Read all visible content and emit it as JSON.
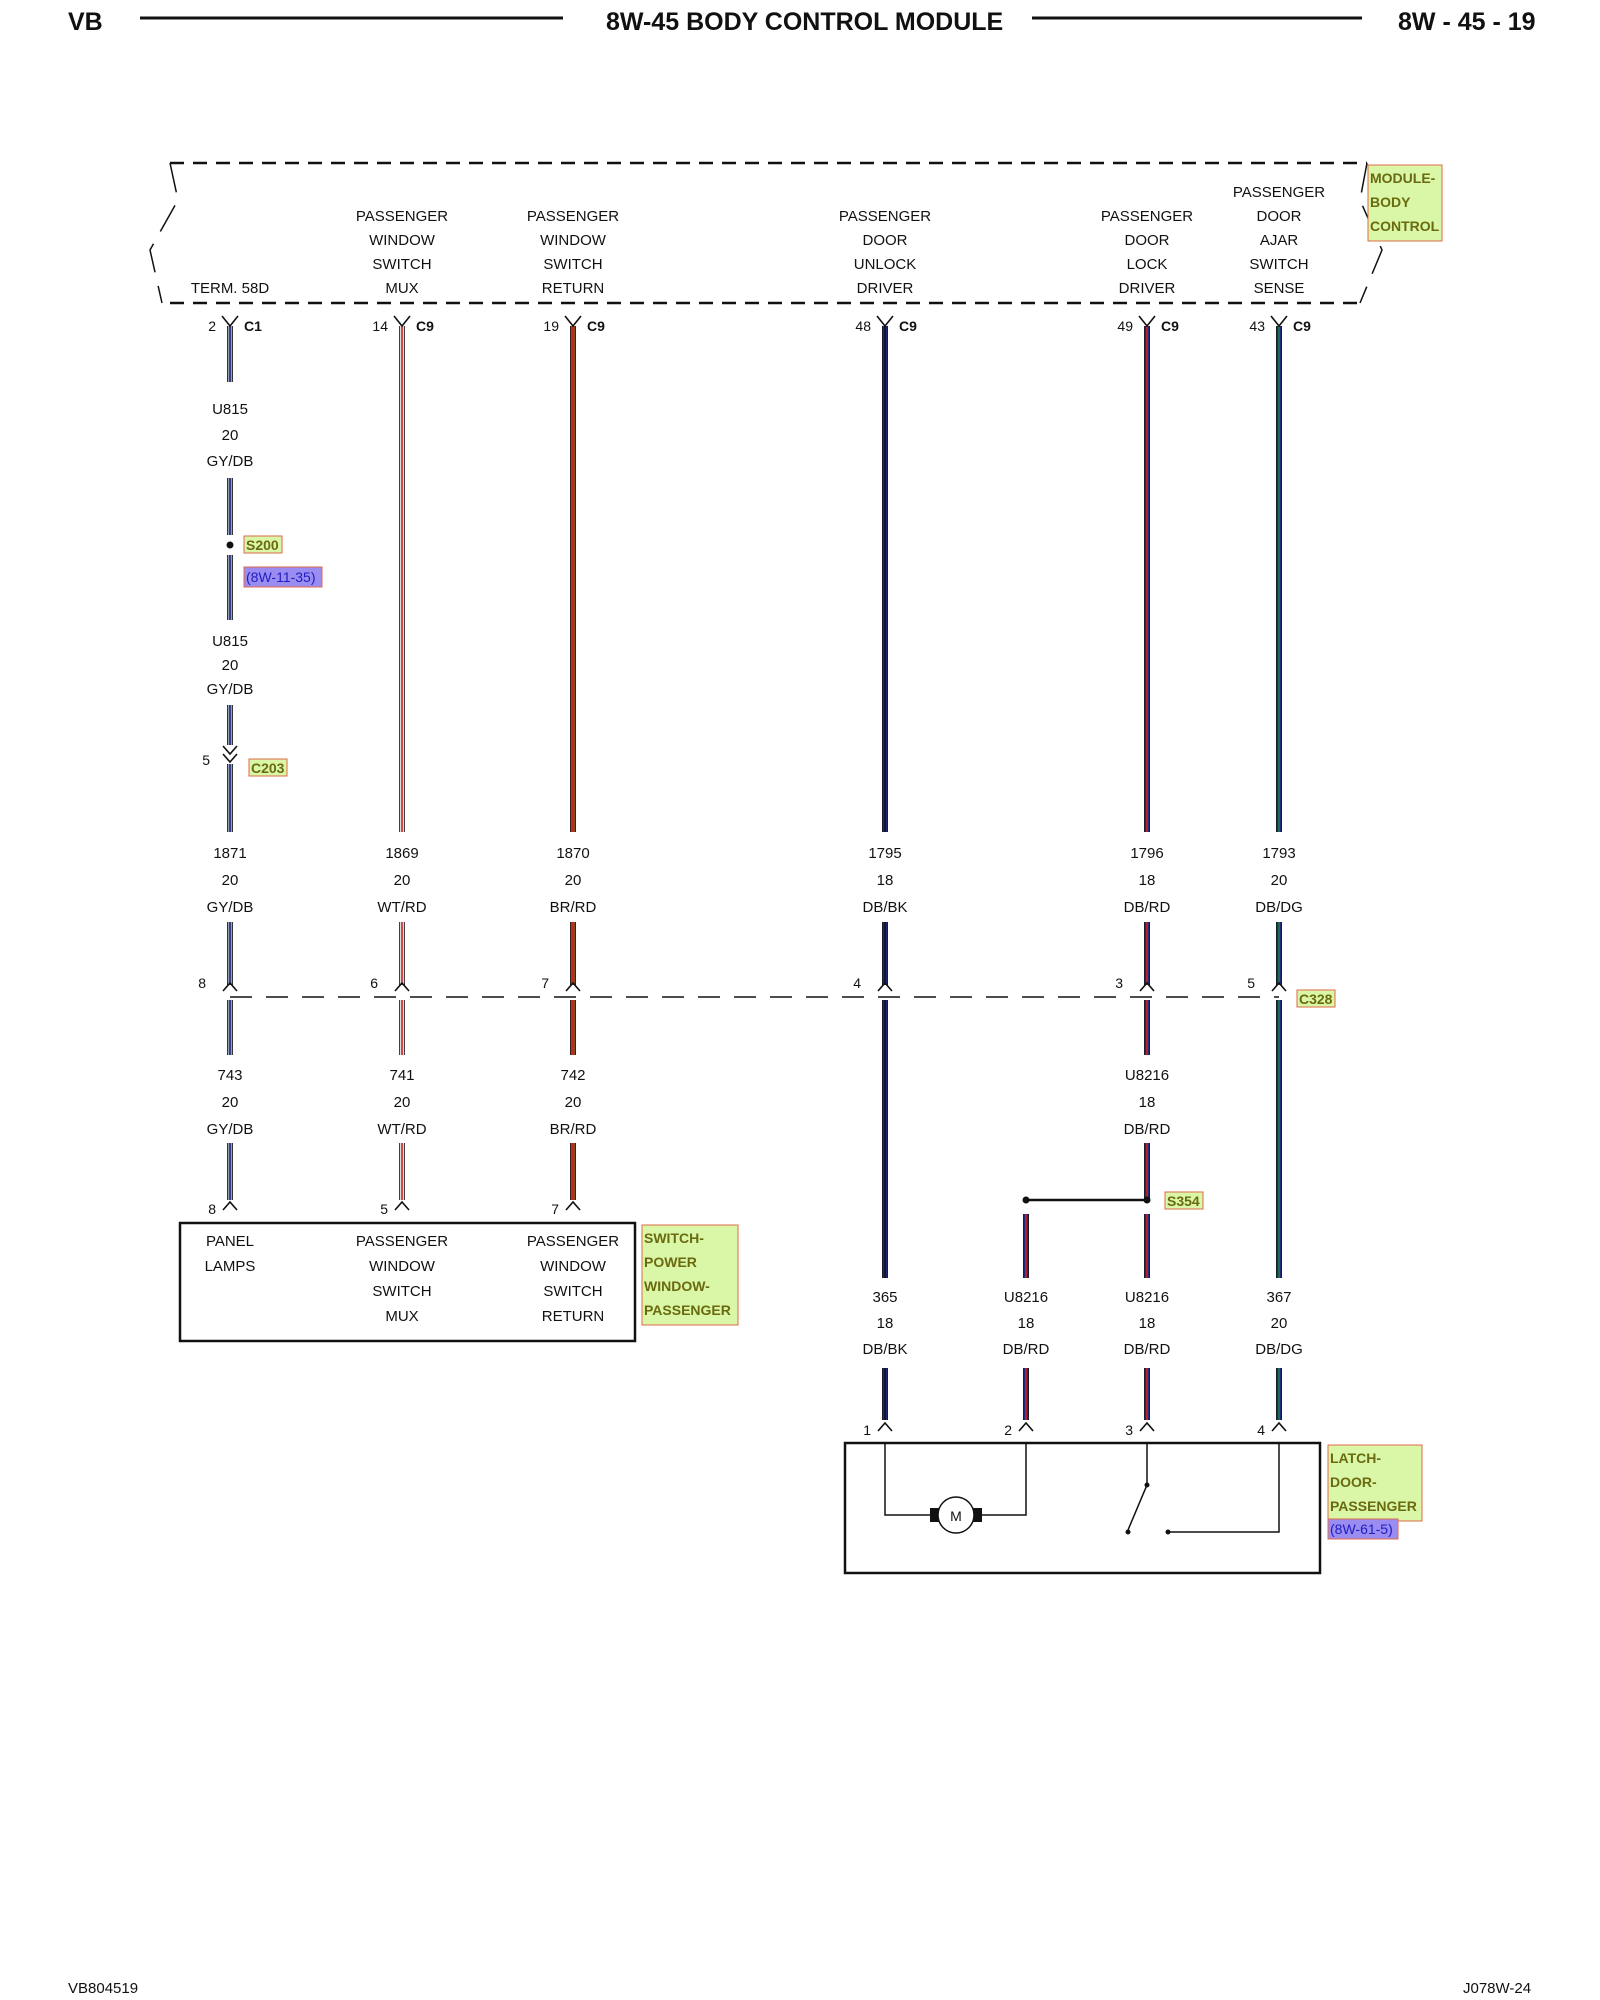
{
  "header": {
    "left": "VB",
    "title": "8W-45 BODY CONTROL MODULE",
    "right": "8W - 45 - 19"
  },
  "footer": {
    "left": "VB804519",
    "right": "J078W-24"
  },
  "module": {
    "tag": [
      "MODULE-",
      "BODY",
      "CONTROL"
    ],
    "pins": [
      {
        "label": [
          "TERM. 58D"
        ],
        "pin": "2",
        "conn": "C1"
      },
      {
        "label": [
          "PASSENGER",
          "WINDOW",
          "SWITCH",
          "MUX"
        ],
        "pin": "14",
        "conn": "C9"
      },
      {
        "label": [
          "PASSENGER",
          "WINDOW",
          "SWITCH",
          "RETURN"
        ],
        "pin": "19",
        "conn": "C9"
      },
      {
        "label": [
          "PASSENGER",
          "DOOR",
          "UNLOCK",
          "DRIVER"
        ],
        "pin": "48",
        "conn": "C9"
      },
      {
        "label": [
          "PASSENGER",
          "DOOR",
          "LOCK",
          "DRIVER"
        ],
        "pin": "49",
        "conn": "C9"
      },
      {
        "label": [
          "PASSENGER",
          "DOOR",
          "AJAR",
          "SWITCH",
          "SENSE"
        ],
        "pin": "43",
        "conn": "C9"
      }
    ]
  },
  "wires": {
    "u815_a": [
      "U815",
      "20",
      "GY/DB"
    ],
    "u815_b": [
      "U815",
      "20",
      "GY/DB"
    ],
    "c328_upper": [
      [
        "1871",
        "20",
        "GY/DB"
      ],
      [
        "1869",
        "20",
        "WT/RD"
      ],
      [
        "1870",
        "20",
        "BR/RD"
      ],
      [
        "1795",
        "18",
        "DB/BK"
      ],
      [
        "1796",
        "18",
        "DB/RD"
      ],
      [
        "1793",
        "20",
        "DB/DG"
      ]
    ],
    "c328_lower": [
      [
        "743",
        "20",
        "GY/DB"
      ],
      [
        "741",
        "20",
        "WT/RD"
      ],
      [
        "742",
        "20",
        "BR/RD"
      ],
      [
        "U8216",
        "18",
        "DB/RD"
      ]
    ],
    "latch": [
      [
        "365",
        "18",
        "DB/BK"
      ],
      [
        "U8216",
        "18",
        "DB/RD"
      ],
      [
        "U8216",
        "18",
        "DB/RD"
      ],
      [
        "367",
        "20",
        "DB/DG"
      ]
    ]
  },
  "splices": {
    "s200": "S200",
    "s200_ref": "(8W-11-35)",
    "s354": "S354"
  },
  "connectors": {
    "c203": "C203",
    "c203_pin": "5",
    "c328": "C328",
    "c328_pins": [
      "8",
      "6",
      "7",
      "4",
      "3",
      "5"
    ]
  },
  "switch": {
    "tag": [
      "SWITCH-",
      "POWER",
      "WINDOW-",
      "PASSENGER"
    ],
    "pins": [
      "8",
      "5",
      "7"
    ],
    "labels": [
      [
        "PANEL",
        "LAMPS"
      ],
      [
        "PASSENGER",
        "WINDOW",
        "SWITCH",
        "MUX"
      ],
      [
        "PASSENGER",
        "WINDOW",
        "SWITCH",
        "RETURN"
      ]
    ]
  },
  "latch": {
    "tag": [
      "LATCH-",
      "DOOR-",
      "PASSENGER"
    ],
    "ref": "(8W-61-5)",
    "pins": [
      "1",
      "2",
      "3",
      "4"
    ],
    "motor": "M"
  },
  "colors": {
    "gy": "#9aa0b4",
    "db": "#1f2a7a",
    "wt": "#dddddd",
    "rd": "#d42020",
    "br": "#8a4a1a",
    "bk": "#111111",
    "dg": "#1e7a4a",
    "tag_fill": "#d9f7a6",
    "tag_stroke": "#e06a4a",
    "tag_text": "#6a6a10",
    "ref_fill": "#9a8cf0",
    "ref_text": "#2020c0"
  }
}
